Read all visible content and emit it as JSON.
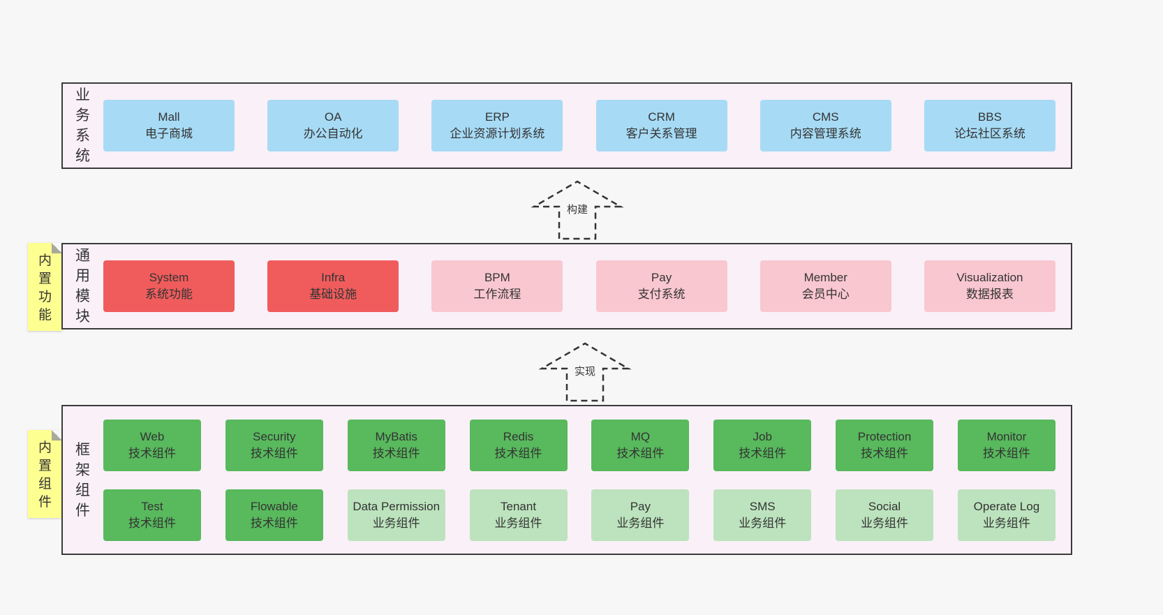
{
  "colors": {
    "page_background": "#f7f7f7",
    "panel_background": "#faf0f8",
    "panel_border": "#3a3a3a",
    "box_blue": "#a7dbf5",
    "box_red": "#f05c5c",
    "box_pink": "#f9c7d0",
    "box_green": "#58b95d",
    "box_light_green": "#bce3bd",
    "sticky_yellow": "#feff91",
    "text": "#333333"
  },
  "arrows": {
    "build": {
      "label": "构建"
    },
    "implement": {
      "label": "实现"
    }
  },
  "panels": {
    "business": {
      "label": "业务系统",
      "items": [
        {
          "title": "Mall",
          "subtitle": "电子商城"
        },
        {
          "title": "OA",
          "subtitle": "办公自动化"
        },
        {
          "title": "ERP",
          "subtitle": "企业资源计划系统"
        },
        {
          "title": "CRM",
          "subtitle": "客户关系管理"
        },
        {
          "title": "CMS",
          "subtitle": "内容管理系统"
        },
        {
          "title": "BBS",
          "subtitle": "论坛社区系统"
        }
      ]
    },
    "modules": {
      "label": "通用模块",
      "sticky": "内置功能",
      "items": [
        {
          "title": "System",
          "subtitle": "系统功能"
        },
        {
          "title": "Infra",
          "subtitle": "基础设施"
        },
        {
          "title": "BPM",
          "subtitle": "工作流程"
        },
        {
          "title": "Pay",
          "subtitle": "支付系统"
        },
        {
          "title": "Member",
          "subtitle": "会员中心"
        },
        {
          "title": "Visualization",
          "subtitle": "数据报表"
        }
      ]
    },
    "framework": {
      "label": "框架组件",
      "sticky": "内置组件",
      "row1": [
        {
          "title": "Web",
          "subtitle": "技术组件"
        },
        {
          "title": "Security",
          "subtitle": "技术组件"
        },
        {
          "title": "MyBatis",
          "subtitle": "技术组件"
        },
        {
          "title": "Redis",
          "subtitle": "技术组件"
        },
        {
          "title": "MQ",
          "subtitle": "技术组件"
        },
        {
          "title": "Job",
          "subtitle": "技术组件"
        },
        {
          "title": "Protection",
          "subtitle": "技术组件"
        },
        {
          "title": "Monitor",
          "subtitle": "技术组件"
        }
      ],
      "row2": [
        {
          "title": "Test",
          "subtitle": "技术组件"
        },
        {
          "title": "Flowable",
          "subtitle": "技术组件"
        },
        {
          "title": "Data Permission",
          "subtitle": "业务组件"
        },
        {
          "title": "Tenant",
          "subtitle": "业务组件"
        },
        {
          "title": "Pay",
          "subtitle": "业务组件"
        },
        {
          "title": "SMS",
          "subtitle": "业务组件"
        },
        {
          "title": "Social",
          "subtitle": "业务组件"
        },
        {
          "title": "Operate Log",
          "subtitle": "业务组件"
        }
      ]
    }
  }
}
